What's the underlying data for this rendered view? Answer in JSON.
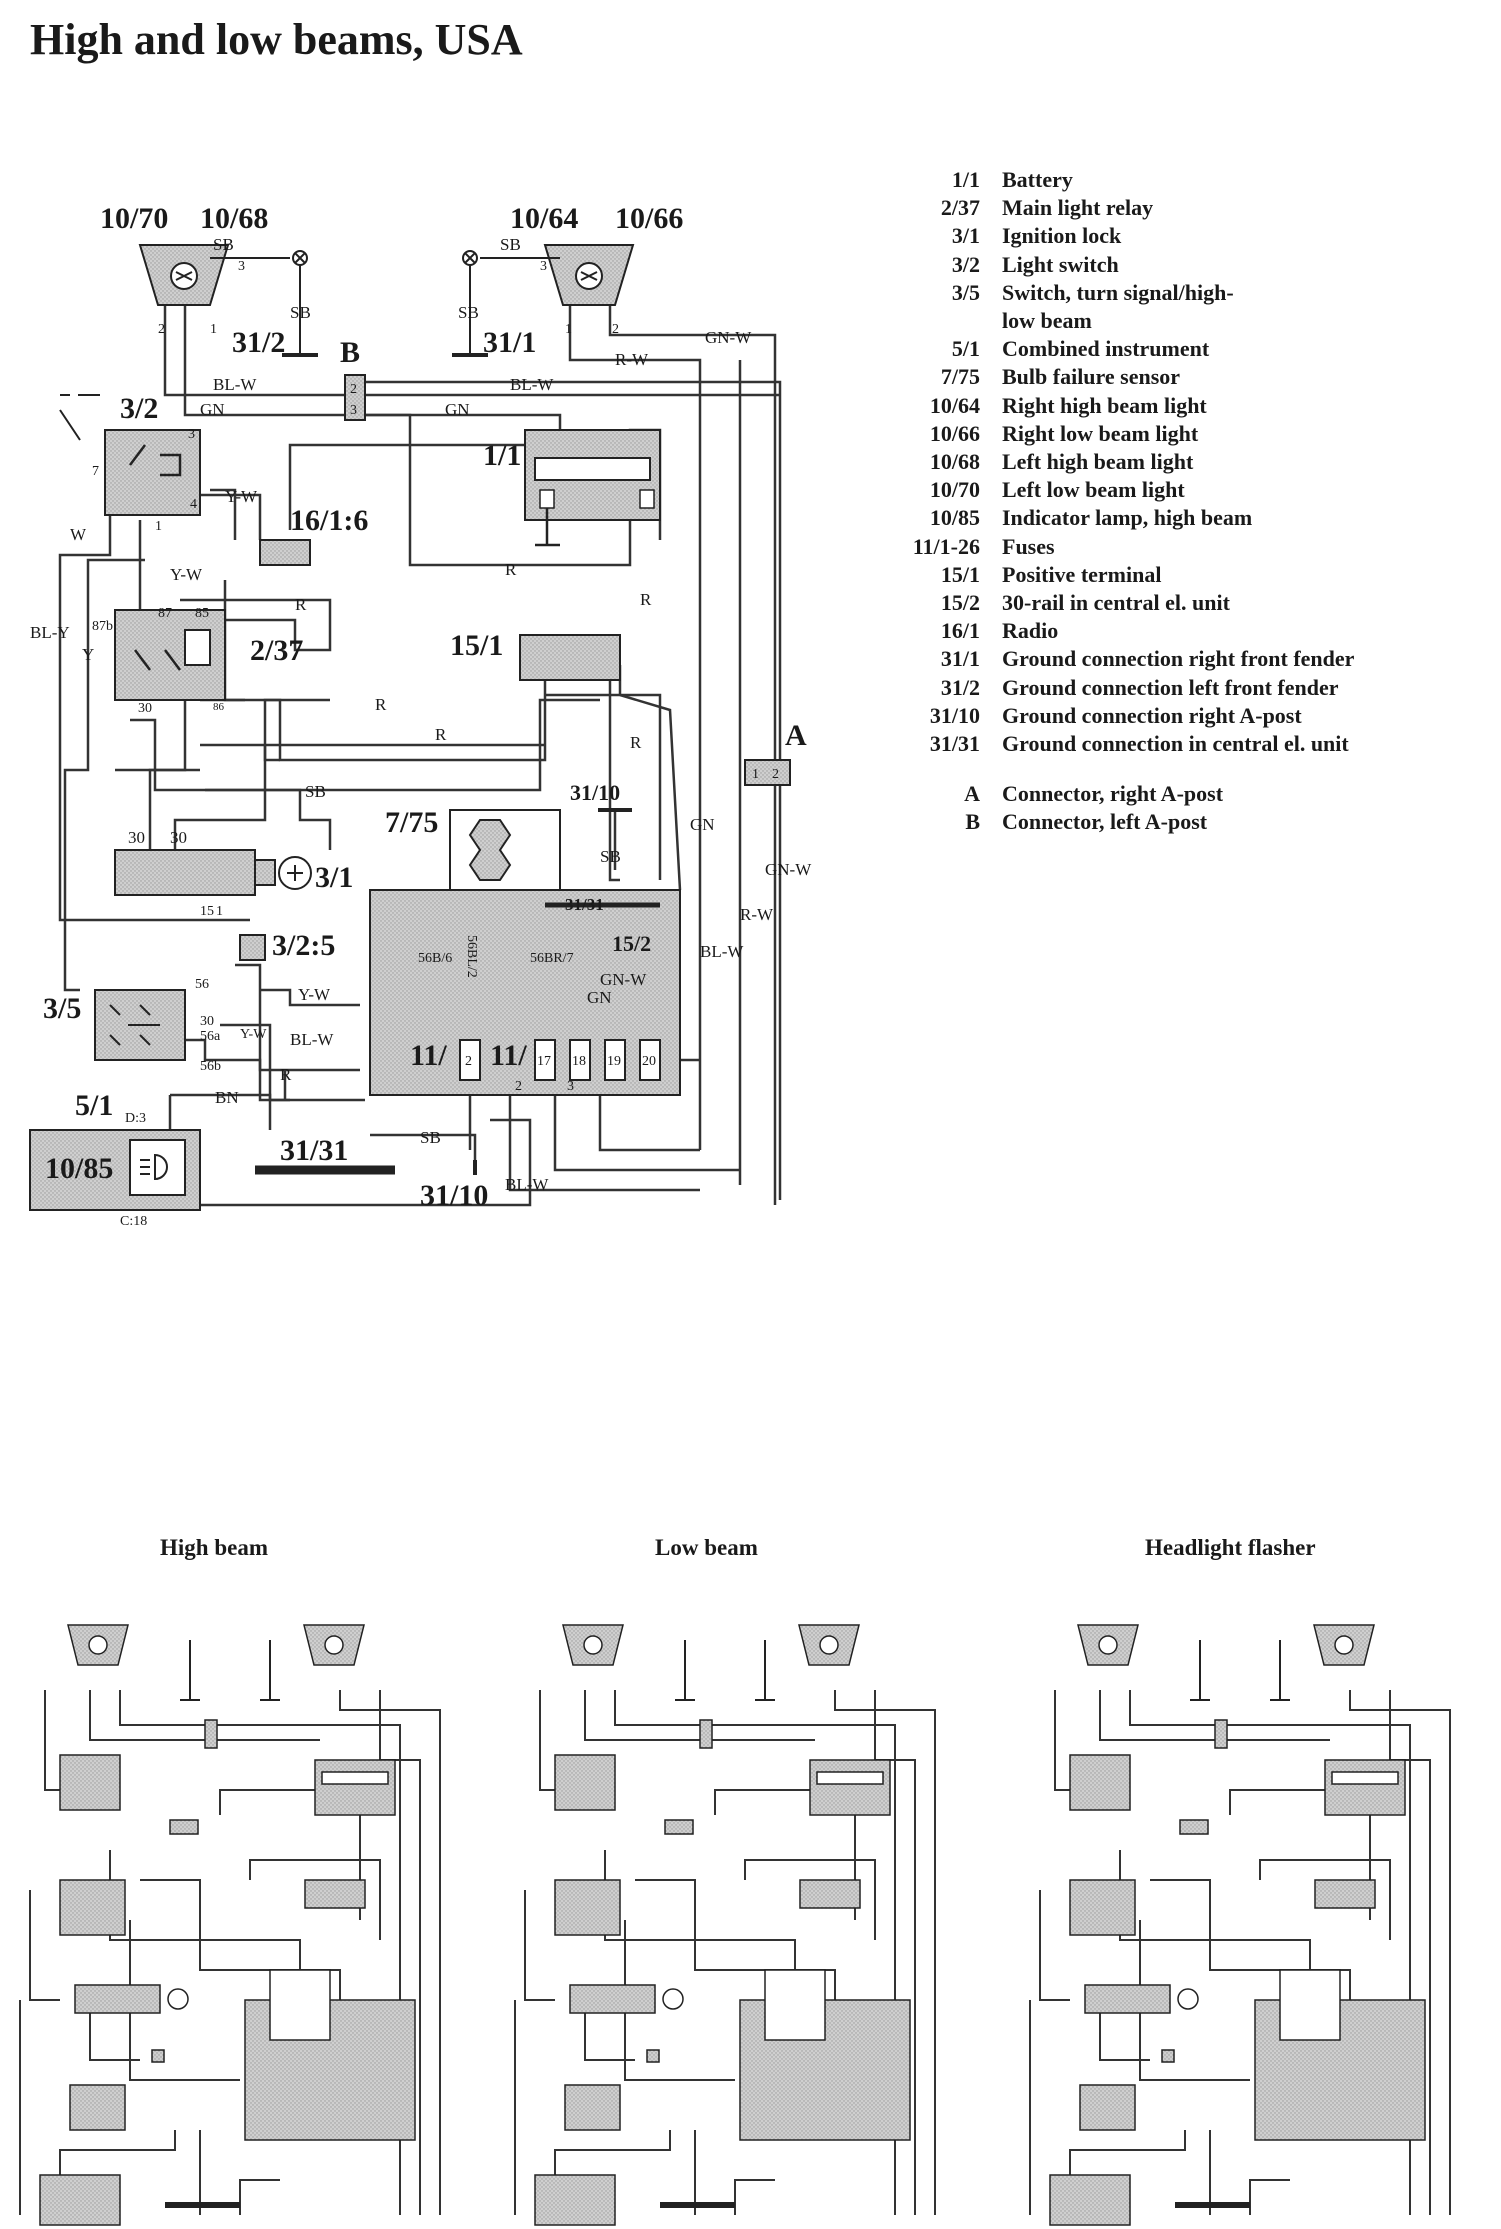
{
  "title": "High and low beams, USA",
  "legend": [
    {
      "code": "1/1",
      "desc": "Battery"
    },
    {
      "code": "2/37",
      "desc": "Main light relay"
    },
    {
      "code": "3/1",
      "desc": "Ignition lock"
    },
    {
      "code": "3/2",
      "desc": "Light switch"
    },
    {
      "code": "3/5",
      "desc": "Switch, turn signal/high-"
    },
    {
      "code": "",
      "desc": "low beam"
    },
    {
      "code": "5/1",
      "desc": "Combined instrument"
    },
    {
      "code": "7/75",
      "desc": "Bulb failure sensor"
    },
    {
      "code": "10/64",
      "desc": "Right high beam light"
    },
    {
      "code": "10/66",
      "desc": "Right low beam light"
    },
    {
      "code": "10/68",
      "desc": "Left high beam light"
    },
    {
      "code": "10/70",
      "desc": "Left low beam light"
    },
    {
      "code": "10/85",
      "desc": "Indicator lamp, high beam"
    },
    {
      "code": "11/1-26",
      "desc": "Fuses"
    },
    {
      "code": "15/1",
      "desc": "Positive terminal"
    },
    {
      "code": "15/2",
      "desc": "30-rail in central el. unit"
    },
    {
      "code": "16/1",
      "desc": "Radio"
    },
    {
      "code": "31/1",
      "desc": "Ground connection right front fender"
    },
    {
      "code": "31/2",
      "desc": "Ground connection left front fender"
    },
    {
      "code": "31/10",
      "desc": "Ground connection right A-post"
    },
    {
      "code": "31/31",
      "desc": "Ground connection in central el. unit"
    }
  ],
  "connectors": [
    {
      "code": "A",
      "desc": "Connector, right A-post"
    },
    {
      "code": "B",
      "desc": "Connector, left A-post"
    }
  ],
  "components": {
    "c1070": "10/70",
    "c1068": "10/68",
    "c1064": "10/64",
    "c1066": "10/66",
    "c312": "31/2",
    "c311": "31/1",
    "cB": "B",
    "cA": "A",
    "c32": "3/2",
    "c11": "1/1",
    "c1616": "16/1:6",
    "c237": "2/37",
    "c151": "15/1",
    "c775": "7/75",
    "c3110a": "31/10",
    "c3131a": "31/31",
    "c152": "15/2",
    "c31": "3/1",
    "c325": "3/2:5",
    "c35": "3/5",
    "c51": "5/1",
    "c1085": "10/85",
    "c3131b": "31/31",
    "c3110b": "31/10",
    "c11a": "11/",
    "c11b": "11/"
  },
  "wires": {
    "sb1": "SB",
    "sb2": "SB",
    "sb3": "SB",
    "sb4": "SB",
    "sb5": "SB",
    "sb6": "SB",
    "sb7": "SB",
    "blw1": "BL-W",
    "blw2": "BL-W",
    "blw3": "BL-W",
    "blw4": "BL-W",
    "blw5": "BL-W",
    "gn1": "GN",
    "gn2": "GN",
    "gn3": "GN",
    "gnw1": "GN-W",
    "gnw2": "GN-W",
    "gnw3": "GN-W",
    "rw1": "R-W",
    "rw2": "R-W",
    "yw1": "Y-W",
    "yw2": "Y-W",
    "yw3": "Y-W",
    "yw4": "Y-W",
    "r1": "R",
    "r2": "R",
    "r3": "R",
    "r4": "R",
    "r5": "R",
    "r6": "R",
    "w1": "W",
    "bly": "BL-Y",
    "y1": "Y",
    "bn": "BN"
  },
  "pins": {
    "p2a": "2",
    "p1a": "1",
    "p3a": "3",
    "p3b": "3",
    "p1b": "1",
    "p2b": "2",
    "p3c": "3",
    "p7": "7",
    "p4": "4",
    "p1c": "1",
    "p87": "87",
    "p87b": "87b",
    "p85": "85",
    "p30a": "30",
    "p86": "86",
    "p30b": "30",
    "p30c": "30",
    "p151": "15",
    "p1d": "1",
    "p56": "56",
    "p30d": "30",
    "p56a": "56a",
    "p56b": "56b",
    "pd3": "D:3",
    "pc18": "C:18",
    "p56b6": "56B/6",
    "p56bl": "56BL/2",
    "p56br": "56BR/7",
    "pB2": "2",
    "pB3": "3",
    "pA1": "1",
    "pA2": "2",
    "f2": "2",
    "f17": "17",
    "f18": "18",
    "f19": "19",
    "f20": "20",
    "f2b": "2",
    "f3b": "3"
  },
  "variants": [
    {
      "label": "High beam"
    },
    {
      "label": "Low beam"
    },
    {
      "label": "Headlight flasher"
    }
  ]
}
